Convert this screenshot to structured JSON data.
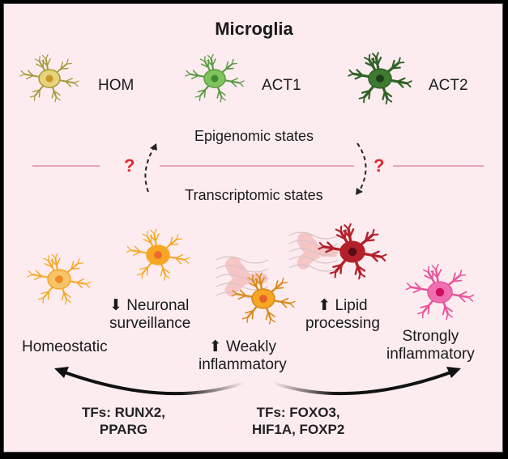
{
  "title": "Microglia",
  "top_states": [
    {
      "label": "HOM",
      "color": "#e8d27a",
      "outline": "#a59a3a",
      "nucleus": "#c39a2a"
    },
    {
      "label": "ACT1",
      "color": "#7fc35c",
      "outline": "#5b9a45",
      "nucleus": "#3f8a3a"
    },
    {
      "label": "ACT2",
      "color": "#3f7a32",
      "outline": "#2f6227",
      "nucleus": "#1e3f1a"
    }
  ],
  "cycle": {
    "epigenomic": "Epigenomic states",
    "transcriptomic": "Transcriptomic states",
    "question_mark": "?"
  },
  "lower_states": {
    "homeostatic": "Homeostatic",
    "neuronal_surveillance": [
      "Neuronal",
      "surveillance"
    ],
    "weakly_inflammatory": [
      "Weakly",
      "inflammatory"
    ],
    "lipid_processing": [
      "Lipid",
      "processing"
    ],
    "strongly_inflammatory": [
      "Strongly",
      "inflammatory"
    ],
    "down_arrow": "⬇",
    "up_arrow": "⬆"
  },
  "tfs": {
    "left": [
      "TFs: RUNX2,",
      "PPARG"
    ],
    "right": [
      "TFs: FOXO3,",
      "HIF1A, FOXP2"
    ]
  },
  "colors": {
    "background": "#fdecef",
    "divider_line": "#e58aa8",
    "question": "#e3262f",
    "orange_cell": "#f5a623",
    "red_cell": "#b3202a",
    "pink_cell": "#e8559a"
  }
}
